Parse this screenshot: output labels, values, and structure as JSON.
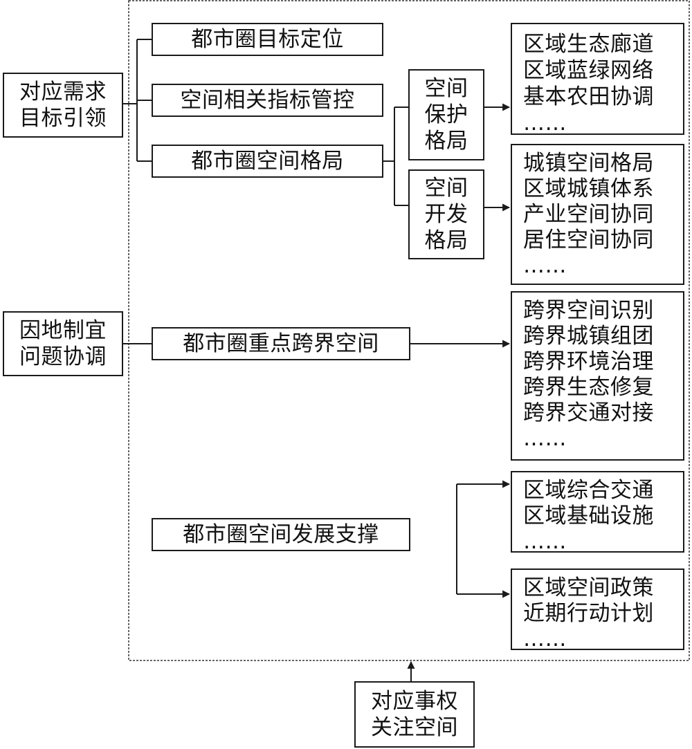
{
  "diagram": {
    "left_labels": {
      "demand": "对应需求\n目标引领",
      "local": "因地制宜\n问题协调"
    },
    "bottom_label": "对应事权\n关注空间",
    "modules": {
      "target": "都市圈目标定位",
      "indicator": "空间相关指标管控",
      "pattern": "都市圈空间格局",
      "cross_border": "都市圈重点跨界空间",
      "support": "都市圈空间发展支撑"
    },
    "sub_modules": {
      "protection": "空间\n保护\n格局",
      "development": "空间\n开发\n格局"
    },
    "content_lists": {
      "protection_items": "区域生态廊道\n区域蓝绿网络\n基本农田协调\n……",
      "development_items": "城镇空间格局\n区域城镇体系\n产业空间协同\n居住空间协同\n……",
      "cross_border_items": "跨界空间识别\n跨界城镇组团\n跨界环境治理\n跨界生态修复\n跨界交通对接\n……",
      "infrastructure_items": "区域综合交通\n区域基础设施\n……",
      "policy_items": "区域空间政策\n近期行动计划\n……"
    }
  }
}
